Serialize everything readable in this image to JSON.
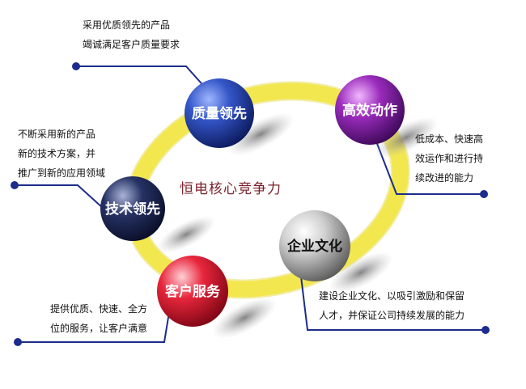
{
  "center_title": "恒电核心竞争力",
  "nodes": {
    "quality": {
      "label": "质量领先",
      "desc_lines": [
        "采用优质领先的产品",
        "竭诚满足客户质量要求"
      ]
    },
    "efficiency": {
      "label": "高效动作",
      "desc_lines": [
        "低成本、快速高",
        "效运作和进行持",
        "续改进的能力"
      ]
    },
    "technology": {
      "label": "技术领先",
      "desc_lines": [
        "不断采用新的产品",
        "新的技术方案，并",
        "推广到新的应用领域"
      ]
    },
    "culture": {
      "label": "企业文化",
      "desc_lines": [
        "建设企业文化、以吸引激励和保留",
        "人才，并保证公司持续发展的能力"
      ]
    },
    "service": {
      "label": "客户服务",
      "desc_lines": [
        "提供优质、快速、全方",
        "位的服务，让客户满意"
      ]
    }
  },
  "colors": {
    "ring": "#f3e74f",
    "connector": "#1c2c8c",
    "quality": "#1c3aa8",
    "efficiency": "#8a1ca8",
    "technology": "#1b2450",
    "culture": "#2c2c2c",
    "service": "#e0263a",
    "center_title": "#7a1f2a"
  }
}
